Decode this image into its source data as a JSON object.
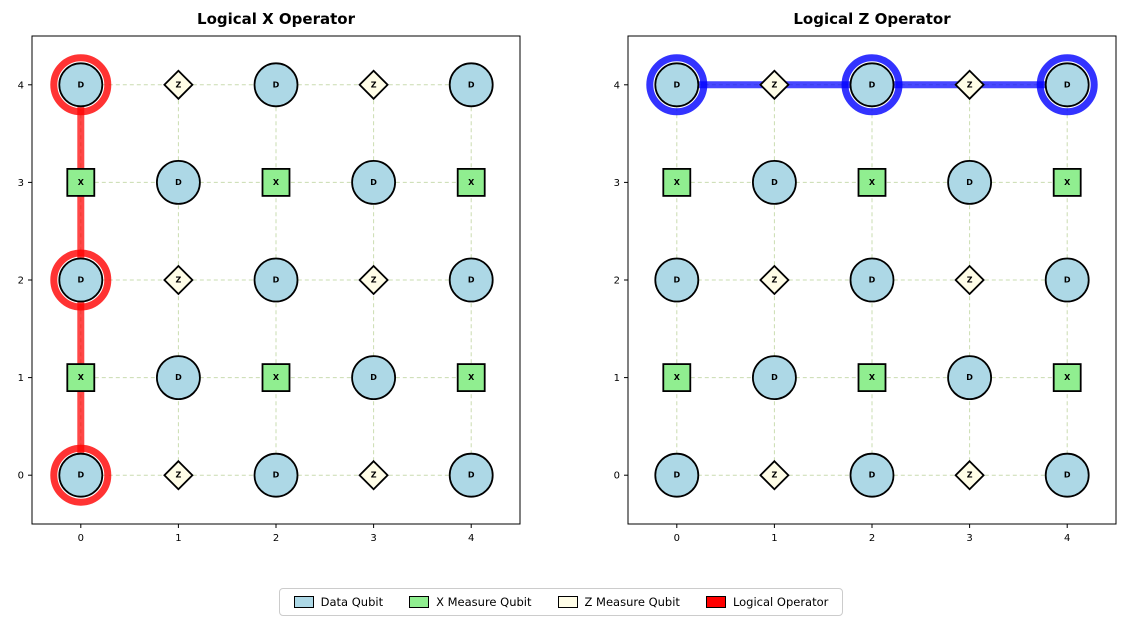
{
  "chart_data": {
    "type": "scatter",
    "description": "Surface code qubit lattice with logical operator overlays, two subplots",
    "panels": [
      {
        "title": "Logical X Operator",
        "xticks": [
          "0",
          "1",
          "2",
          "3",
          "4"
        ],
        "yticks": [
          "0",
          "1",
          "2",
          "3",
          "4"
        ],
        "xlim": [
          -0.5,
          4.5
        ],
        "ylim": [
          -0.5,
          4.5
        ],
        "operator": {
          "name": "logical-x",
          "color": "#ff0000",
          "line": {
            "x1": 0,
            "y1": 0,
            "x2": 0,
            "y2": 4
          },
          "highlighted_qubits": [
            [
              0,
              0
            ],
            [
              0,
              2
            ],
            [
              0,
              4
            ]
          ]
        }
      },
      {
        "title": "Logical Z Operator",
        "xticks": [
          "0",
          "1",
          "2",
          "3",
          "4"
        ],
        "yticks": [
          "0",
          "1",
          "2",
          "3",
          "4"
        ],
        "xlim": [
          -0.5,
          4.5
        ],
        "ylim": [
          -0.5,
          4.5
        ],
        "operator": {
          "name": "logical-z",
          "color": "#0000ff",
          "line": {
            "x1": 0,
            "y1": 4,
            "x2": 4,
            "y2": 4
          },
          "highlighted_qubits": [
            [
              0,
              4
            ],
            [
              2,
              4
            ],
            [
              4,
              4
            ]
          ]
        }
      }
    ],
    "lattice": {
      "grid_size": 5,
      "qubits": [
        {
          "x": 0,
          "y": 0,
          "type": "data",
          "label": "D"
        },
        {
          "x": 1,
          "y": 0,
          "type": "z_measure",
          "label": "Z"
        },
        {
          "x": 2,
          "y": 0,
          "type": "data",
          "label": "D"
        },
        {
          "x": 3,
          "y": 0,
          "type": "z_measure",
          "label": "Z"
        },
        {
          "x": 4,
          "y": 0,
          "type": "data",
          "label": "D"
        },
        {
          "x": 0,
          "y": 1,
          "type": "x_measure",
          "label": "X"
        },
        {
          "x": 1,
          "y": 1,
          "type": "data",
          "label": "D"
        },
        {
          "x": 2,
          "y": 1,
          "type": "x_measure",
          "label": "X"
        },
        {
          "x": 3,
          "y": 1,
          "type": "data",
          "label": "D"
        },
        {
          "x": 4,
          "y": 1,
          "type": "x_measure",
          "label": "X"
        },
        {
          "x": 0,
          "y": 2,
          "type": "data",
          "label": "D"
        },
        {
          "x": 1,
          "y": 2,
          "type": "z_measure",
          "label": "Z"
        },
        {
          "x": 2,
          "y": 2,
          "type": "data",
          "label": "D"
        },
        {
          "x": 3,
          "y": 2,
          "type": "z_measure",
          "label": "Z"
        },
        {
          "x": 4,
          "y": 2,
          "type": "data",
          "label": "D"
        },
        {
          "x": 0,
          "y": 3,
          "type": "x_measure",
          "label": "X"
        },
        {
          "x": 1,
          "y": 3,
          "type": "data",
          "label": "D"
        },
        {
          "x": 2,
          "y": 3,
          "type": "x_measure",
          "label": "X"
        },
        {
          "x": 3,
          "y": 3,
          "type": "data",
          "label": "D"
        },
        {
          "x": 4,
          "y": 3,
          "type": "x_measure",
          "label": "X"
        },
        {
          "x": 0,
          "y": 4,
          "type": "data",
          "label": "D"
        },
        {
          "x": 1,
          "y": 4,
          "type": "z_measure",
          "label": "Z"
        },
        {
          "x": 2,
          "y": 4,
          "type": "data",
          "label": "D"
        },
        {
          "x": 3,
          "y": 4,
          "type": "z_measure",
          "label": "Z"
        },
        {
          "x": 4,
          "y": 4,
          "type": "data",
          "label": "D"
        }
      ]
    },
    "colors": {
      "data_qubit": "#add8e6",
      "x_measure": "#90ee90",
      "z_measure": "#fffde7",
      "lattice_line": "#9fbf6f",
      "axes": "#000000",
      "background": "#ffffff"
    },
    "legend": {
      "items": [
        {
          "label": "Data Qubit",
          "color": "#add8e6"
        },
        {
          "label": "X Measure Qubit",
          "color": "#90ee90"
        },
        {
          "label": "Z Measure Qubit",
          "color": "#fffde7"
        },
        {
          "label": "Logical Operator",
          "color": "#ff0000"
        }
      ]
    }
  }
}
